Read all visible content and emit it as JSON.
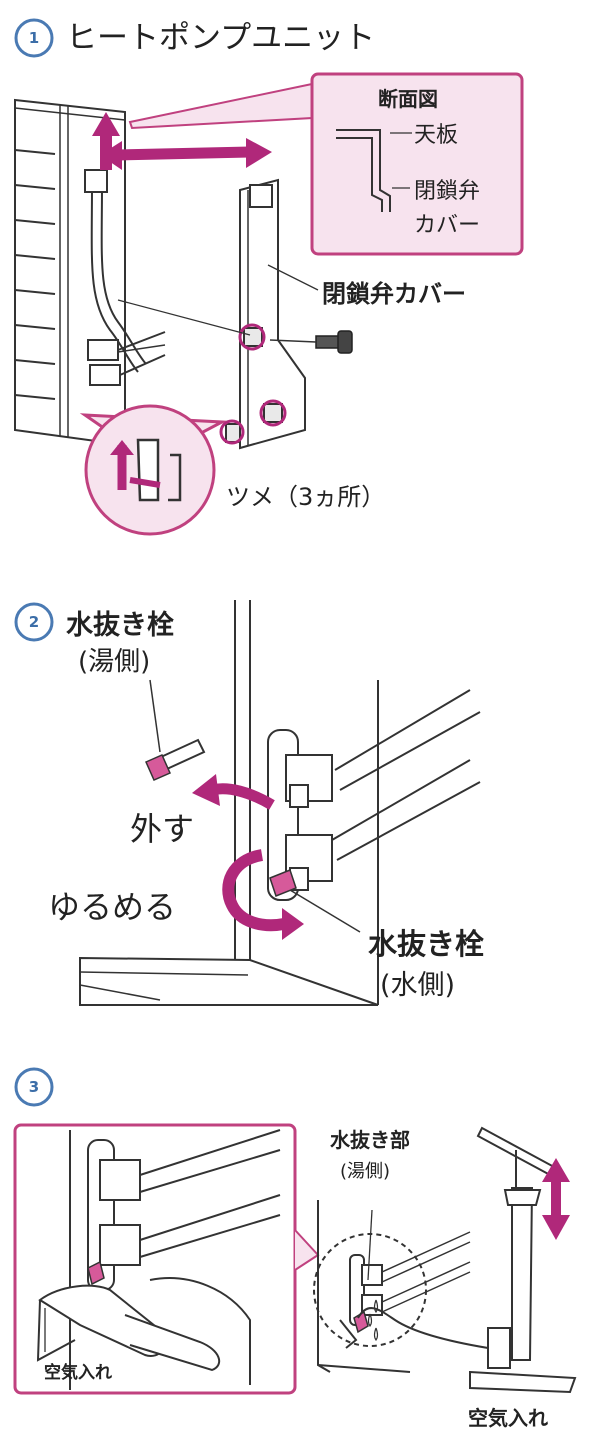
{
  "colors": {
    "accent_magenta": "#b0287a",
    "callout_fill": "#f7e3ee",
    "callout_border": "#c0417f",
    "step_badge": "#4a7ab3",
    "line": "#222222"
  },
  "step1": {
    "number": "1",
    "title": "ヒートポンプユニット",
    "section_view": {
      "title": "断面図",
      "top_panel": "天板",
      "cover_line1": "閉鎖弁",
      "cover_line2": "カバー"
    },
    "cover_label": "閉鎖弁カバー",
    "tabs_label": "ツメ（3ヵ所）"
  },
  "step2": {
    "number": "2",
    "plug_hot_line1": "水抜き栓",
    "plug_hot_line2": "(湯側)",
    "remove_label": "外す",
    "loosen_label": "ゆるめる",
    "plug_water_line1": "水抜き栓",
    "plug_water_line2": "(水側)"
  },
  "step3": {
    "number": "3",
    "drain_line1": "水抜き部",
    "drain_line2": "(湯側)",
    "pump_label_zoom": "空気入れ",
    "pump_label": "空気入れ"
  }
}
